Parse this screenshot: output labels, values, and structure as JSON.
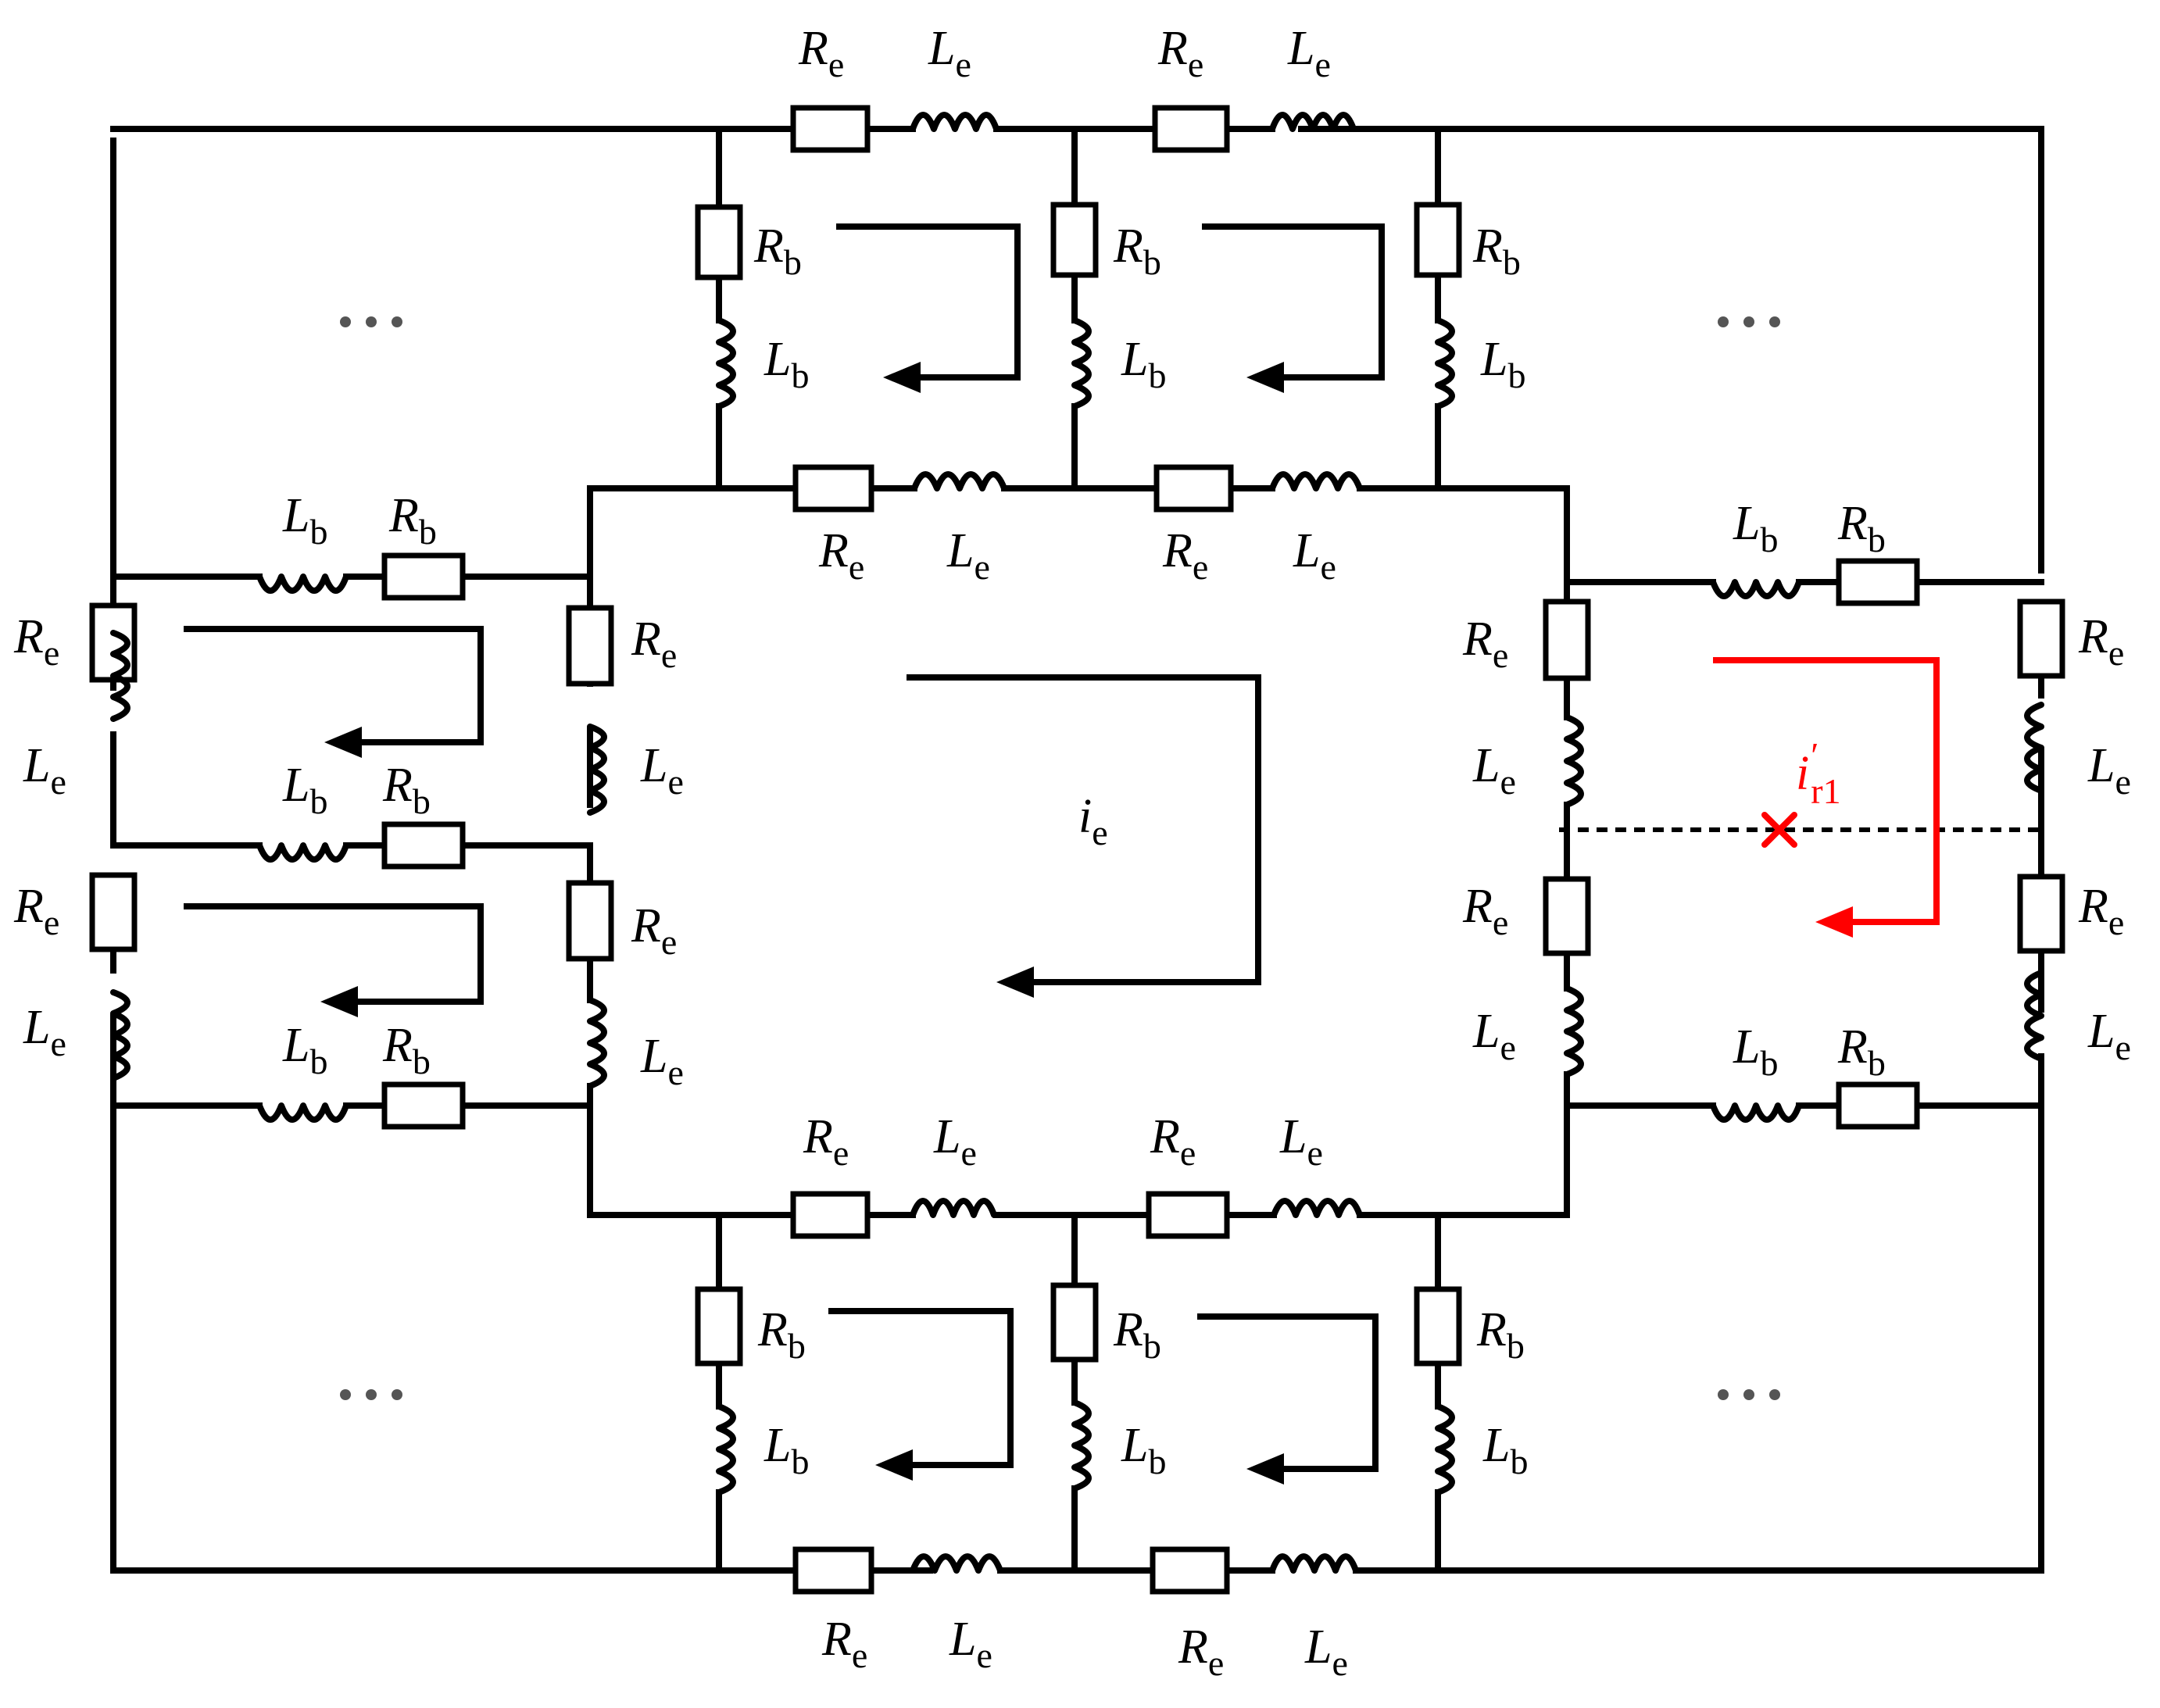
{
  "labels": {
    "R": "R",
    "L": "L",
    "i": "i",
    "sub_e": "e",
    "sub_b": "b",
    "sub_r1": "r1",
    "prime": "′"
  },
  "colors": {
    "wire": "#000000",
    "highlight": "#ff0000",
    "ellipsis": "#555555"
  }
}
